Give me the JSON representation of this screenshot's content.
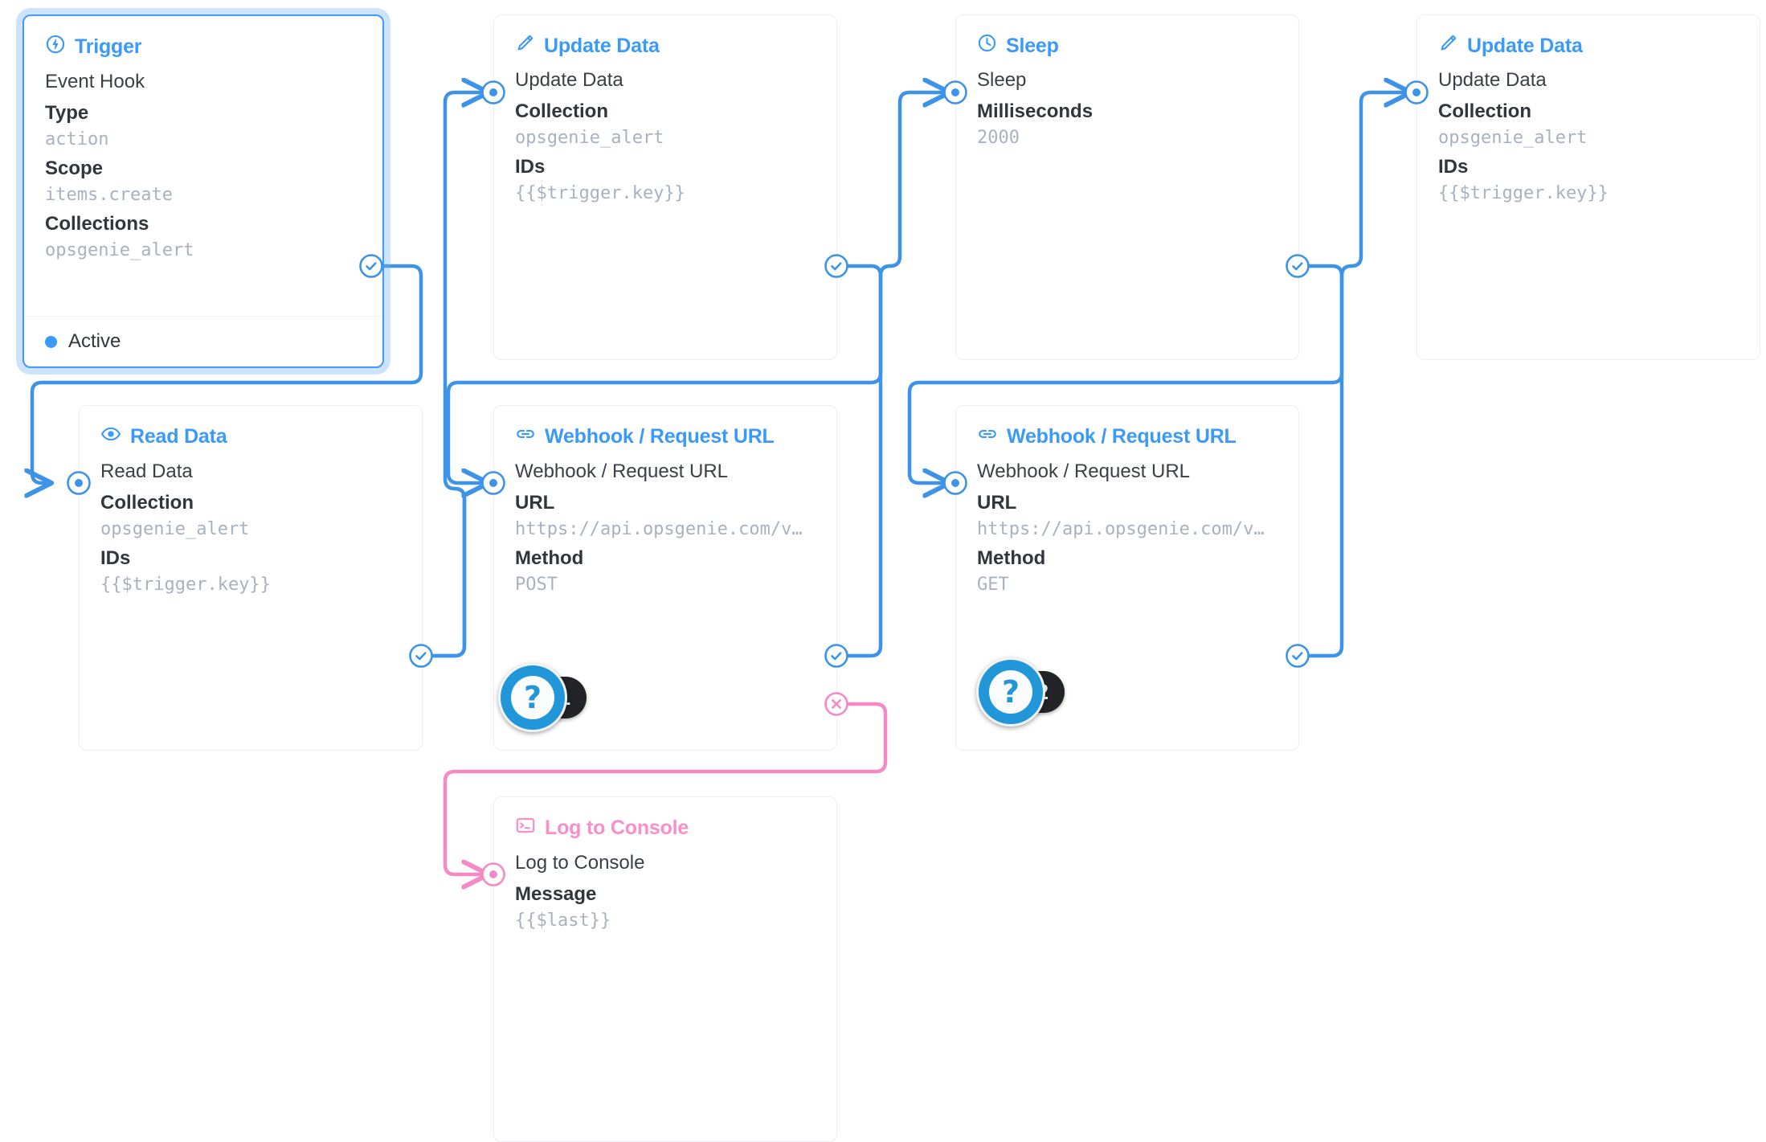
{
  "theme": {
    "accent_blue": "#3b9af7",
    "wire_blue": "#3d93e8",
    "accent_pink": "#f98fc8",
    "wire_pink": "#f489c6",
    "badge_dark": "#222427",
    "badge_blue": "#2196d8",
    "value_gray": "#a8b2bf",
    "card_border": "#eceef1"
  },
  "nodes": {
    "trigger": {
      "title": "Trigger",
      "icon": "bolt-circle-icon",
      "name": "Event Hook",
      "fields": [
        {
          "label": "Type",
          "value": "action"
        },
        {
          "label": "Scope",
          "value": "items.create"
        },
        {
          "label": "Collections",
          "value": "opsgenie_alert"
        }
      ],
      "status": "Active"
    },
    "update_data_1": {
      "title": "Update Data",
      "icon": "pencil-icon",
      "name": "Update Data",
      "fields": [
        {
          "label": "Collection",
          "value": "opsgenie_alert"
        },
        {
          "label": "IDs",
          "value": "{{$trigger.key}}"
        }
      ]
    },
    "sleep": {
      "title": "Sleep",
      "icon": "clock-icon",
      "name": "Sleep",
      "fields": [
        {
          "label": "Milliseconds",
          "value": "2000"
        }
      ]
    },
    "update_data_2": {
      "title": "Update Data",
      "icon": "pencil-icon",
      "name": "Update Data",
      "fields": [
        {
          "label": "Collection",
          "value": "opsgenie_alert"
        },
        {
          "label": "IDs",
          "value": "{{$trigger.key}}"
        }
      ]
    },
    "read_data": {
      "title": "Read Data",
      "icon": "eye-icon",
      "name": "Read Data",
      "fields": [
        {
          "label": "Collection",
          "value": "opsgenie_alert"
        },
        {
          "label": "IDs",
          "value": "{{$trigger.key}}"
        }
      ]
    },
    "webhook_post": {
      "title": "Webhook / Request URL",
      "icon": "link-icon",
      "name": "Webhook / Request URL",
      "fields": [
        {
          "label": "URL",
          "value": "https://api.opsgenie.com/v…"
        },
        {
          "label": "Method",
          "value": "POST"
        }
      ]
    },
    "webhook_get": {
      "title": "Webhook / Request URL",
      "icon": "link-icon",
      "name": "Webhook / Request URL",
      "fields": [
        {
          "label": "URL",
          "value": "https://api.opsgenie.com/v…"
        },
        {
          "label": "Method",
          "value": "GET"
        }
      ]
    },
    "log_console": {
      "title": "Log to Console",
      "icon": "terminal-icon",
      "name": "Log to Console",
      "fields": [
        {
          "label": "Message",
          "value": "{{$last}}"
        }
      ]
    }
  },
  "hints": [
    {
      "glyph": "?",
      "number": "1"
    },
    {
      "glyph": "?",
      "number": "2"
    }
  ]
}
